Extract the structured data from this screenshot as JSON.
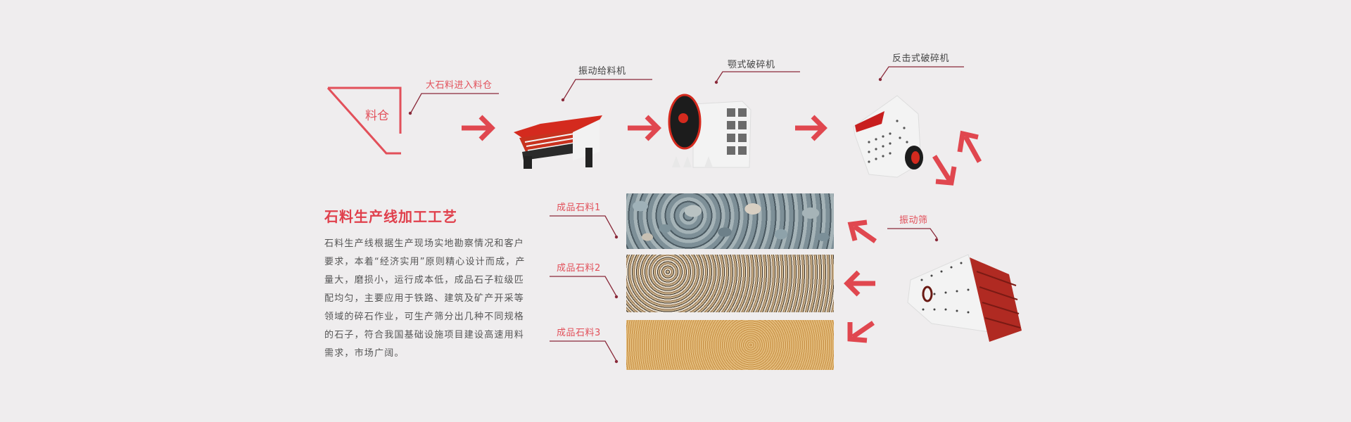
{
  "diagram": {
    "title": "石料生产线加工工艺",
    "description": "石料生产线根据生产现场实地勘察情况和客户要求，本着“经济实用”原则精心设计而成，产量大，磨损小，运行成本低，成品石子粒级匹配均匀，主要应用于铁路、建筑及矿产开采等领域的碎石作业，可生产筛分出几种不同规格的石子，符合我国基础设施项目建设高速用料需求，市场广阔。",
    "colors": {
      "background": "#efedee",
      "accent": "#e2505a",
      "leader_line": "#8a2a3a",
      "arrow": "#e0474f"
    },
    "stages": [
      {
        "id": "hopper",
        "label": "大石料进入料仓",
        "shape_text": "料仓"
      },
      {
        "id": "vibrating-feeder",
        "label": "振动给料机"
      },
      {
        "id": "jaw-crusher",
        "label": "颚式破碎机"
      },
      {
        "id": "impact-crusher",
        "label": "反击式破碎机"
      },
      {
        "id": "vibrating-screen",
        "label": "振动筛"
      }
    ],
    "products": [
      {
        "label": "成品石料1"
      },
      {
        "label": "成品石料2"
      },
      {
        "label": "成品石料3"
      }
    ]
  }
}
